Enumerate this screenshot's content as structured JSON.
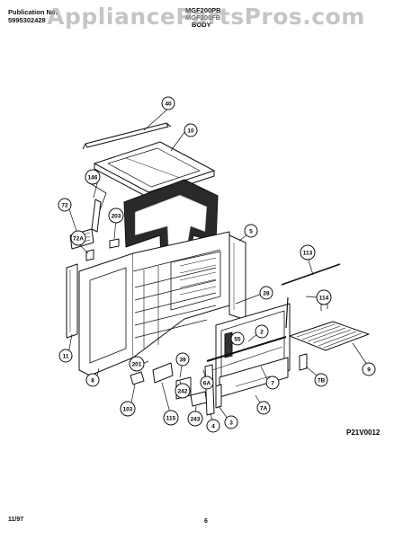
{
  "header": {
    "publication_label": "Publication No.",
    "publication_number": "5995302428",
    "model": "MGF200PB",
    "model_overlap": "MGF200FB",
    "section": "BODY"
  },
  "watermark": "AppliancePartsPros.com",
  "callouts": [
    {
      "id": "c40",
      "label": "40"
    },
    {
      "id": "c10",
      "label": "10"
    },
    {
      "id": "c146",
      "label": "146"
    },
    {
      "id": "c72",
      "label": "72"
    },
    {
      "id": "c203",
      "label": "203"
    },
    {
      "id": "c72a",
      "label": "72A"
    },
    {
      "id": "c5",
      "label": "5"
    },
    {
      "id": "c113",
      "label": "113"
    },
    {
      "id": "c114",
      "label": "114"
    },
    {
      "id": "c28",
      "label": "28"
    },
    {
      "id": "c55",
      "label": "55"
    },
    {
      "id": "c2",
      "label": "2"
    },
    {
      "id": "c11",
      "label": "11"
    },
    {
      "id": "c8",
      "label": "8"
    },
    {
      "id": "c201",
      "label": "201"
    },
    {
      "id": "c39",
      "label": "39"
    },
    {
      "id": "c242",
      "label": "242"
    },
    {
      "id": "c6a",
      "label": "6A"
    },
    {
      "id": "c7",
      "label": "7"
    },
    {
      "id": "c9",
      "label": "9"
    },
    {
      "id": "c7b",
      "label": "7B"
    },
    {
      "id": "c103",
      "label": "103"
    },
    {
      "id": "c115",
      "label": "115"
    },
    {
      "id": "c243",
      "label": "243"
    },
    {
      "id": "c4",
      "label": "4"
    },
    {
      "id": "c3",
      "label": "3"
    },
    {
      "id": "c7a",
      "label": "7A"
    }
  ],
  "diagram_code": "P21V0012",
  "footer": {
    "date": "11/97",
    "page": "6"
  }
}
